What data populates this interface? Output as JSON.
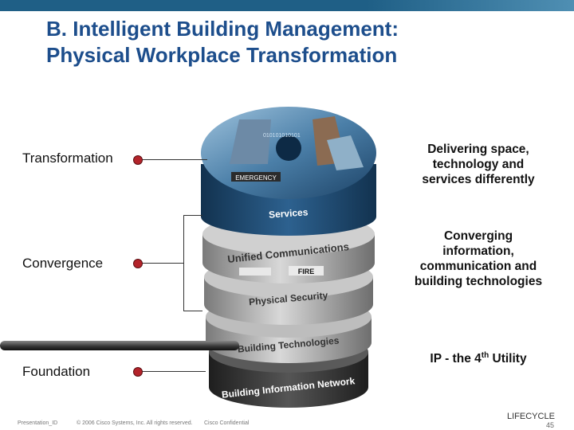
{
  "slide": {
    "title_line1": "B. Intelligent Building Management:",
    "title_line2": "Physical Workplace Transformation"
  },
  "labels": {
    "transformation": "Transformation",
    "convergence": "Convergence",
    "foundation": "Foundation"
  },
  "descriptions": {
    "transformation": [
      "Delivering space,",
      "technology and",
      "services differently"
    ],
    "convergence": [
      "Converging",
      "information,",
      "communication and",
      "building technologies"
    ],
    "foundation_prefix": "IP - the 4",
    "foundation_sup": "th",
    "foundation_suffix": " Utility"
  },
  "stack_layers": {
    "services": "Services",
    "unified": "Unified Communications",
    "physical": "Physical Security",
    "building_tech": "Building Technologies",
    "network": "Building Information Network",
    "emergency": "EMERGENCY",
    "fire": "FIRE",
    "binary": "010101010101"
  },
  "footer": {
    "presentation_id": "Presentation_ID",
    "copyright": "© 2006 Cisco Systems, Inc. All rights reserved.",
    "confidential": "Cisco Confidential",
    "lifecycle": "LIFECYCLE",
    "page": "45"
  },
  "colors": {
    "title": "#1d4e8c",
    "top_layer": "#1f4e7a",
    "dot": "#b3232a"
  }
}
